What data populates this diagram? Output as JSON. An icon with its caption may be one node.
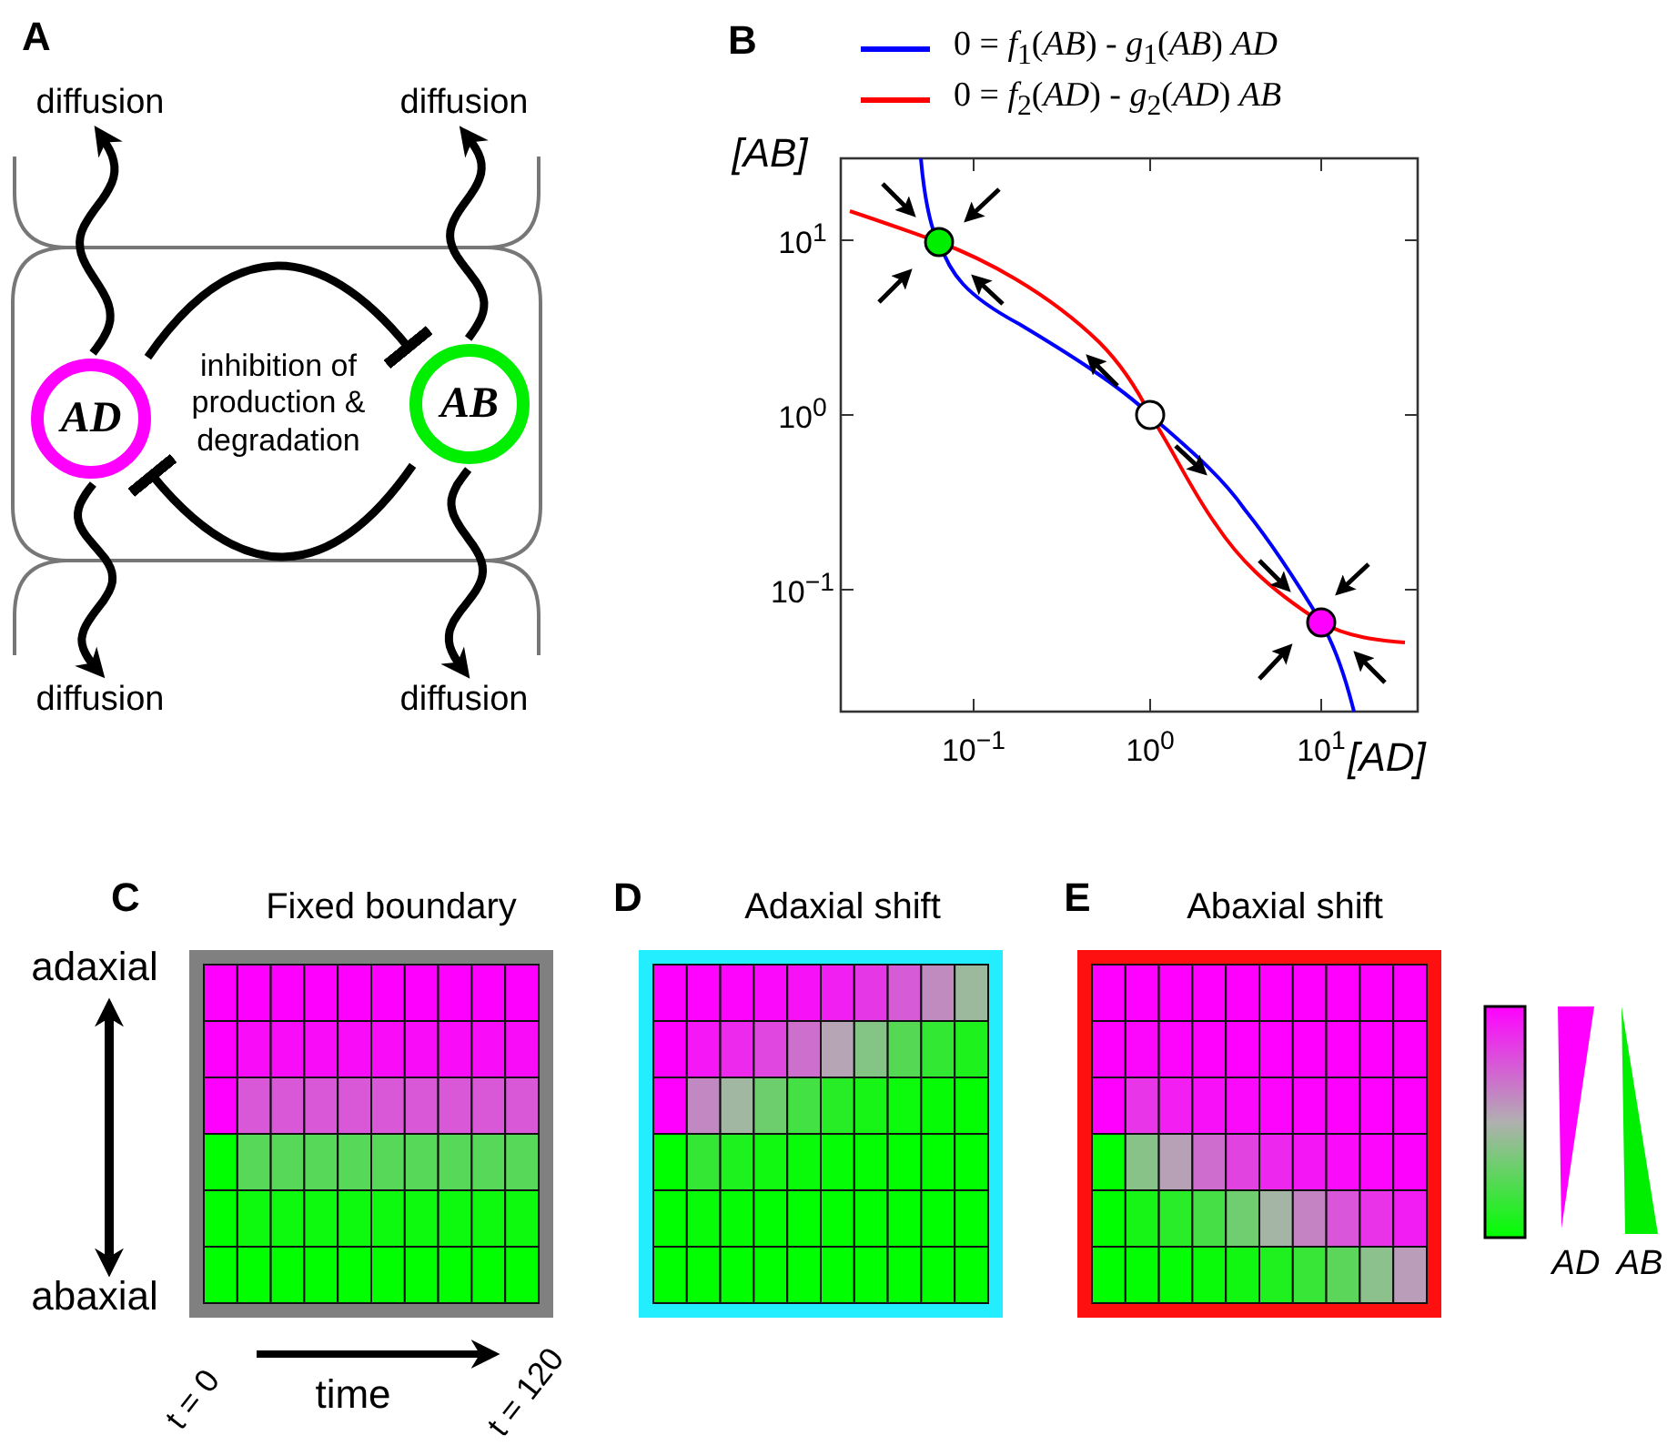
{
  "diagram": {
    "nodes": [
      {
        "text": [
          "diffusion"
        ]
      },
      {
        "text": [
          "diffusion"
        ]
      },
      {
        "text": [
          "AD"
        ]
      },
      {
        "text": [
          "AB"
        ]
      },
      {
        "text": [
          "diffusion"
        ]
      },
      {
        "text": [
          "diffusion"
        ]
      }
    ],
    "edges": [
      {
        "from": 2,
        "to": 0,
        "arrow": "to"
      },
      {
        "from": 3,
        "to": 1,
        "arrow": "to"
      },
      {
        "from": 2,
        "to": 4,
        "arrow": "to"
      },
      {
        "from": 3,
        "to": 5,
        "arrow": "to"
      },
      {
        "from": 2,
        "to": 3,
        "arrow": "other"
      },
      {
        "from": 3,
        "to": 2,
        "arrow": "other"
      }
    ],
    "labels": [
      "A",
      "inhibition of production & degradation",
      "B",
      "[AB]",
      "10$^{1}$",
      "10$^{0}$",
      "10$^{−1}$",
      "10$^{−1}$",
      "10$^{0}$",
      "10$^{1}$",
      "[AD]",
      "C",
      "Fixed boundary",
      "D",
      "Adaxial shift",
      "E",
      "Abaxial shift",
      "adaxial",
      "abaxial",
      "AD",
      "AB",
      "t = 0",
      "time",
      "t = 120"
    ],
    "legend": [
      {
        "text": "0 = *f*$_{1}$(*AB*) - *g*$_{1}$(*AB*) *AD*"
      },
      {
        "text": "0 = *f*$_{2}$(*AD*) - *g*$_{2}$(*AD*) *AB*"
      }
    ]
  }
}
